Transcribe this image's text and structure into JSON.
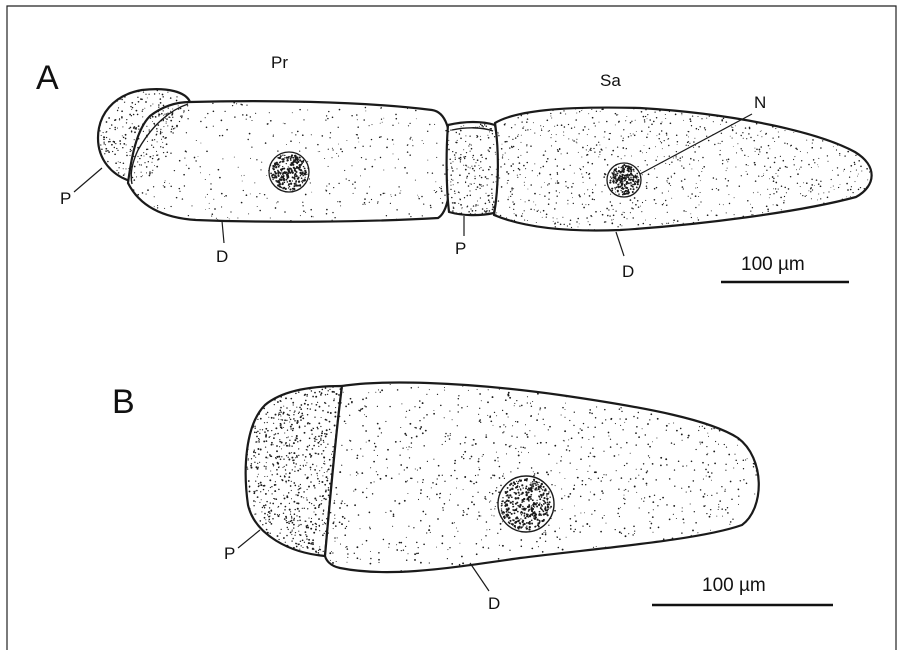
{
  "panel_a": {
    "letter": "A",
    "label_primite": "Pr",
    "label_satellite": "Sa",
    "label_nucleus": "N",
    "label_protomerite_left": "P",
    "label_protomerite_mid": "P",
    "label_deutomerite_left": "D",
    "label_deutomerite_right": "D",
    "scale_label": "100 µm"
  },
  "panel_b": {
    "letter": "B",
    "label_protomerite": "P",
    "label_deutomerite": "D",
    "scale_label": "100 µm"
  }
}
